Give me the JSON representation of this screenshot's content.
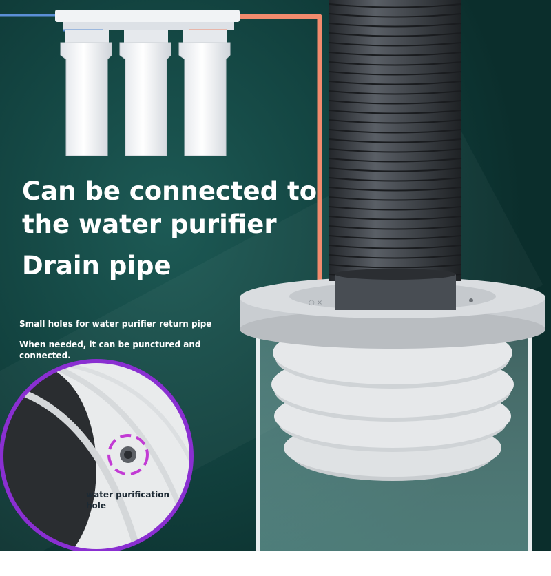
{
  "headline": "Can be connected to the water purifier",
  "subheadline": "Drain pipe",
  "notes": {
    "return_pipe_holes": "Small holes for water purifier return pipe",
    "puncture_instruction": "When needed, it can be punctured and connected."
  },
  "callout": {
    "label": "water purification hole"
  },
  "colors": {
    "background": "#12423f",
    "pipe_orange": "#f28b6d",
    "pipe_blue": "#5b8fd6",
    "hose": "#3b3f44",
    "seal_gray": "#d6d8da",
    "magnifier_ring": "#8a2fd1",
    "hole_marker": "#c23bd4"
  },
  "icons": [
    "filter-cartridge-icon",
    "corrugated-hose-icon",
    "floor-drain-seal-icon"
  ]
}
